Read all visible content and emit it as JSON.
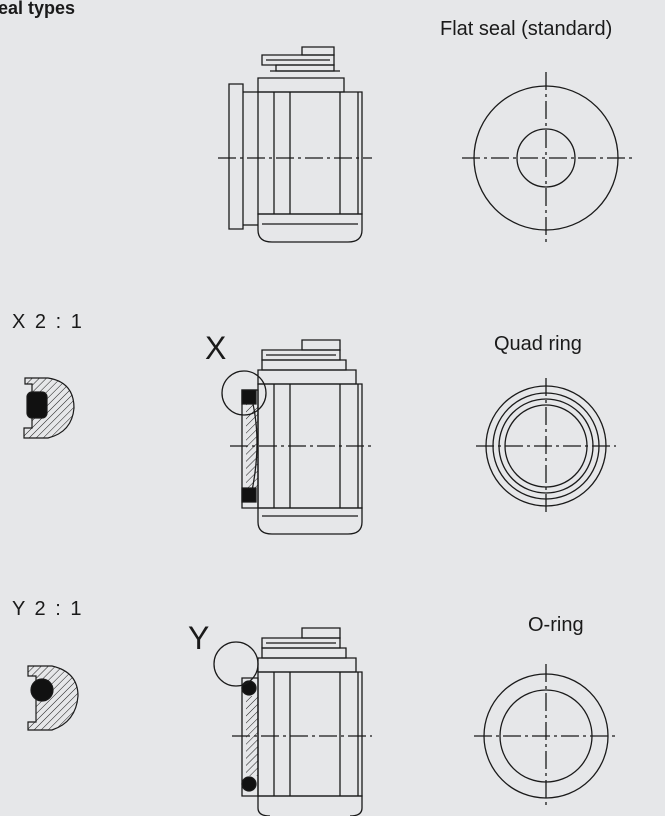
{
  "section_title": "eal types",
  "captions": {
    "flat": "Flat seal (standard)",
    "quad": "Quad ring",
    "oring": "O-ring"
  },
  "detail_labels": {
    "x": "X  2 : 1",
    "y": "Y  2 : 1"
  },
  "detail_markers": {
    "x": "X",
    "y": "Y"
  },
  "colors": {
    "background": "#e6e7e9",
    "line": "#1a1a1a",
    "seal_fill": "#111111"
  }
}
